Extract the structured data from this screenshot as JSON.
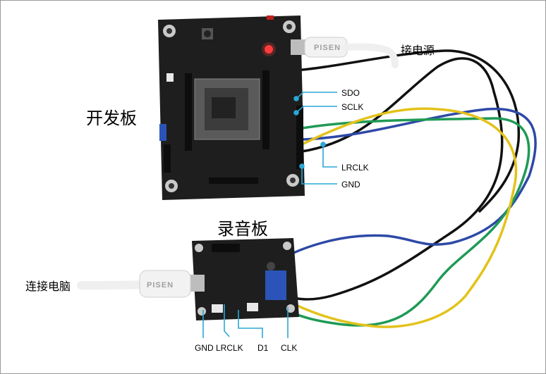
{
  "labels": {
    "dev_board": "开发板",
    "recorder_board": "录音板",
    "power": "接电源",
    "connect_pc": "连接电脑"
  },
  "dev_board_signals": {
    "sdo": "SDO",
    "sclk": "SCLK",
    "lrclk": "LRCLK",
    "gnd": "GND"
  },
  "recorder_signals": {
    "gnd": "GND",
    "lrclk": "LRCLK",
    "d1": "D1",
    "clk": "CLK"
  },
  "cable_brand": "PISEN",
  "colors": {
    "pcb": "#1e1e1e",
    "callout": "#2aa7d6",
    "wire_blue": "#2d49a6",
    "wire_green": "#1f9a55",
    "wire_yellow": "#e3c21a",
    "wire_black": "#111111"
  }
}
